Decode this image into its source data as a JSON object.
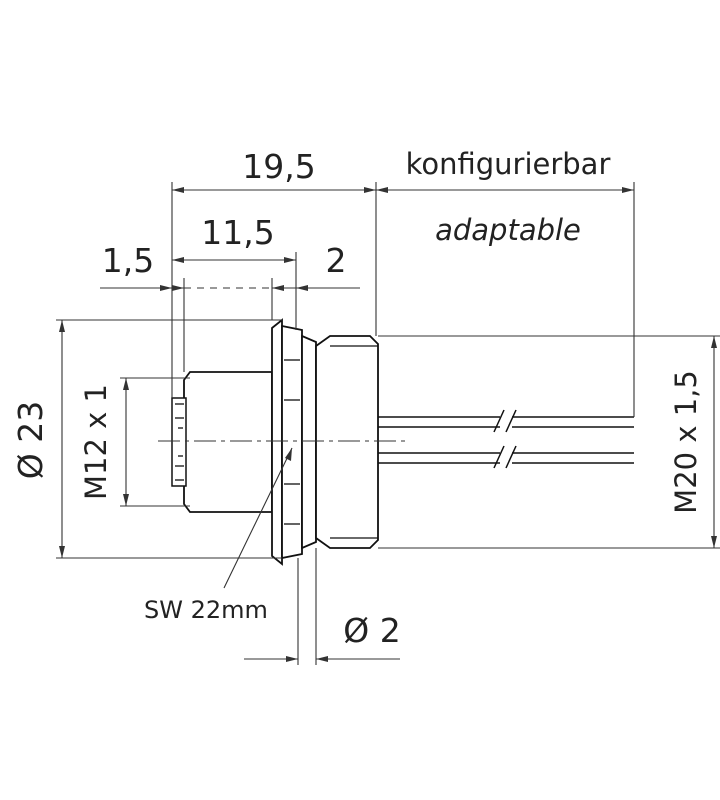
{
  "dimensions": {
    "total_length": "19,5",
    "configurable": "konfigurierbar",
    "configurable_en": "adaptable",
    "body_length": "11,5",
    "flange_offset": "1,5",
    "nut_width": "2",
    "outer_diameter": "Ø 23",
    "front_thread": "M12 x 1",
    "rear_thread": "M20 x 1,5",
    "wrench_size": "SW 22mm",
    "wire_diameter": "Ø 2"
  }
}
